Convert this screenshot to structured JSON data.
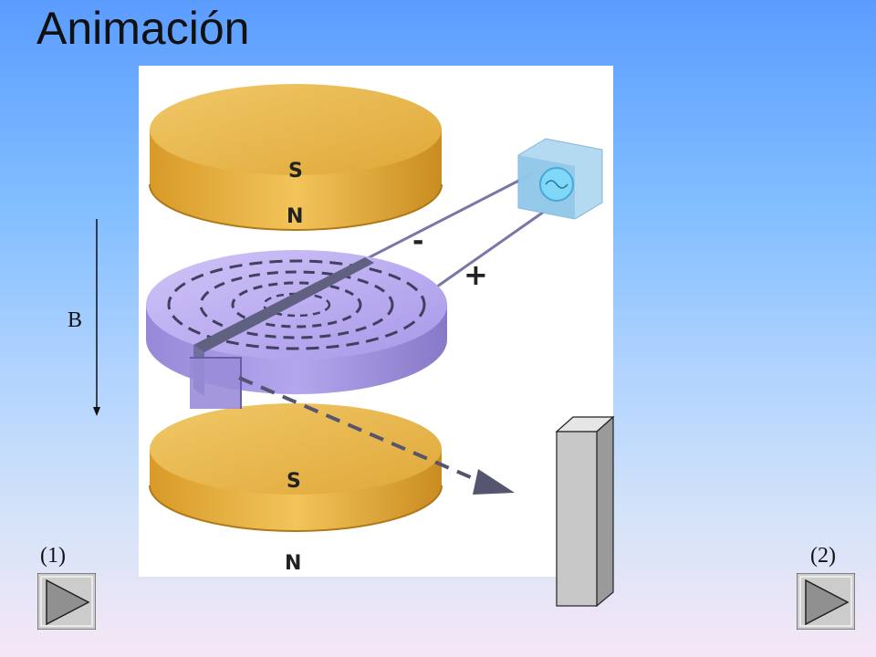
{
  "page": {
    "title": "Animación"
  },
  "field": {
    "label": "B"
  },
  "figure": {
    "magnet_top": {
      "upper_pole": "S",
      "lower_pole": "N"
    },
    "magnet_bottom": {
      "upper_pole": "S",
      "lower_pole": "N"
    },
    "polarity": {
      "minus": "-",
      "plus": "+"
    },
    "colors": {
      "magnet": "#e8b040",
      "disk": "#b8a8f0",
      "meter": "#7fd0f0"
    }
  },
  "controls": {
    "left": {
      "label": "(1)",
      "icon": "play-icon"
    },
    "right": {
      "label": "(2)",
      "icon": "play-icon"
    }
  },
  "colors": {
    "button_face": "#cccccc",
    "button_triangle": "#909090",
    "meter_bar": "#c8c8c8"
  }
}
